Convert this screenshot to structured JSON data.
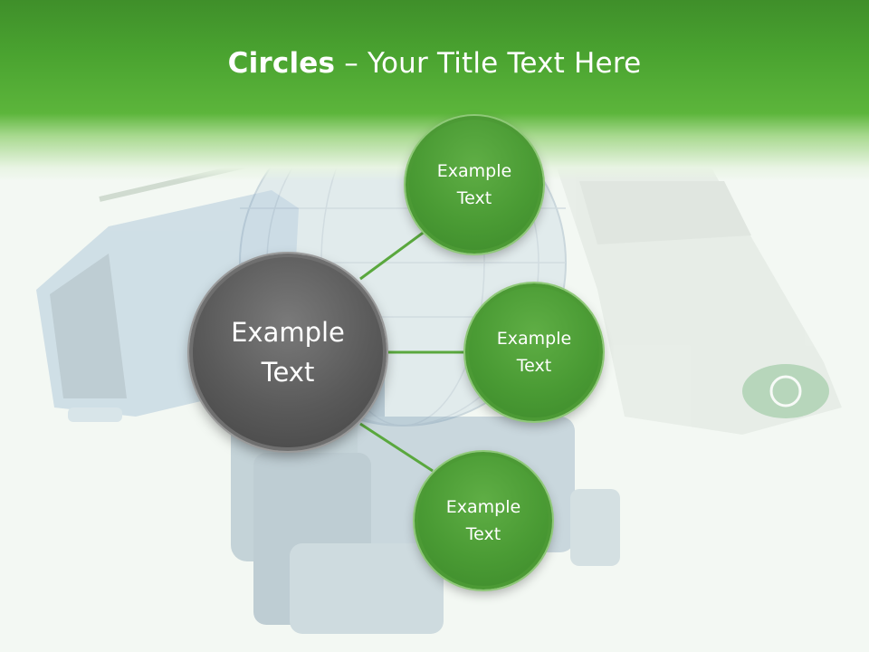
{
  "slide": {
    "title_bold": "Circles",
    "title_rest": " – Your Title Text Here",
    "colors": {
      "header_green": "#4aa330",
      "circle_green": "#4a9b34",
      "circle_gray": "#5a5a5a",
      "connector": "#5aa83e"
    }
  },
  "circles": {
    "main": {
      "line1": "Example",
      "line2": "Text"
    },
    "top": {
      "line1": "Example",
      "line2": "Text"
    },
    "middle": {
      "line1": "Example",
      "line2": "Text"
    },
    "bottom": {
      "line1": "Example",
      "line2": "Text"
    }
  }
}
